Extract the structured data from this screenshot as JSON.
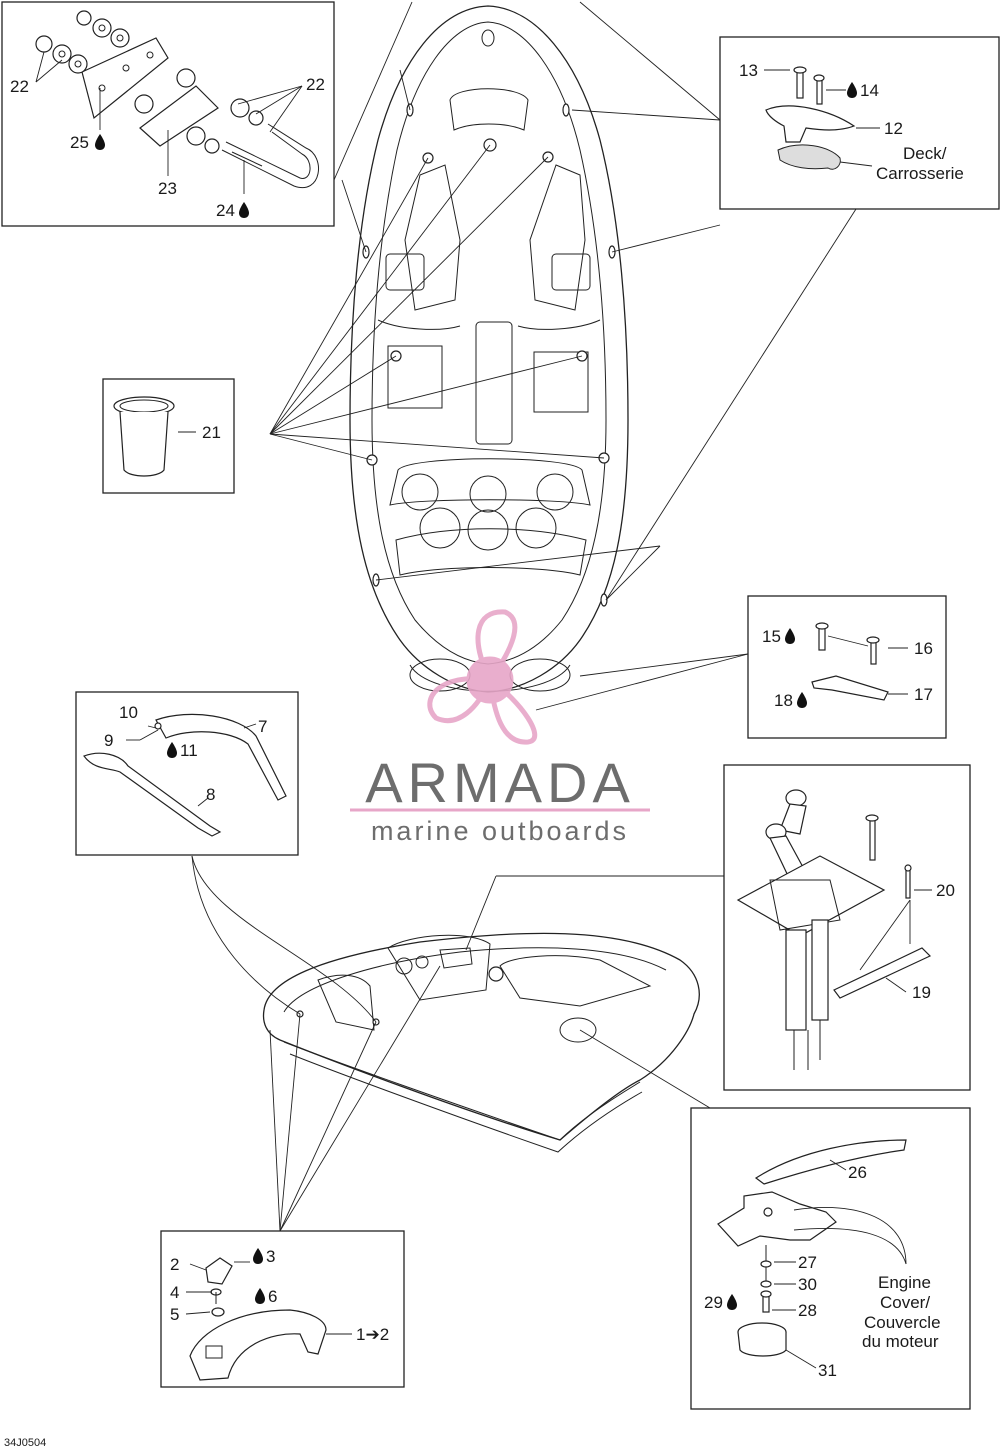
{
  "watermark": {
    "brand": "ARMADA",
    "tagline": "marine outboards",
    "color_logo": "#e7a6c8",
    "color_text": "#6d6d6d"
  },
  "diagram_code": "34J0504",
  "labels": {
    "p1": "1➔2",
    "p2": "2",
    "p3": "3",
    "p4": "4",
    "p5": "5",
    "p6": "6",
    "p7": "7",
    "p8": "8",
    "p9": "9",
    "p10": "10",
    "p11": "11",
    "p12": "12",
    "p13": "13",
    "p14": "14",
    "p15": "15",
    "p16": "16",
    "p17": "17",
    "p18": "18",
    "p19": "19",
    "p20": "20",
    "p21": "21",
    "p22a": "22",
    "p22b": "22",
    "p23": "23",
    "p24": "24",
    "p25": "25",
    "p26": "26",
    "p27": "27",
    "p28": "28",
    "p29": "29",
    "p30": "30",
    "p31": "31"
  },
  "notes": {
    "deck_line1": "Deck/",
    "deck_line2": "Carrosserie",
    "engine_line1": "Engine",
    "engine_line2": "Cover/",
    "engine_line3": "Couvercle",
    "engine_line4": "du moteur"
  },
  "glyphs": {
    "drop": "💧"
  }
}
